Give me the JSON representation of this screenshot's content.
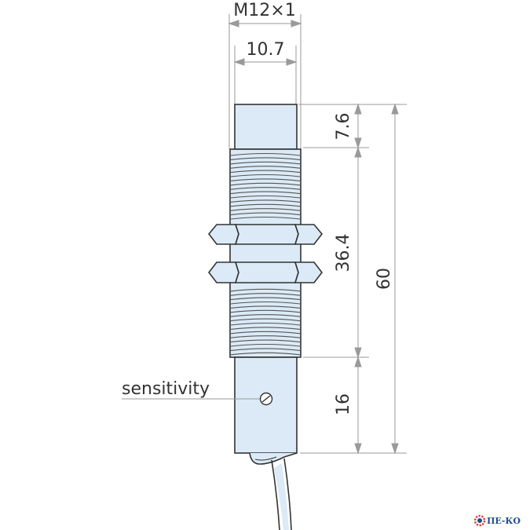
{
  "dimensions": {
    "thread": "M12×1",
    "body_diameter": "10.7",
    "cap_length": "7.6",
    "thread_length": "36.4",
    "total_length": "60",
    "lower_length": "16"
  },
  "labels": {
    "sensitivity": "sensitivity"
  },
  "logo": {
    "text": "ПЕ-КО"
  },
  "colors": {
    "body_fill": "#dbeaf6",
    "outline": "#333333",
    "dimension_line": "#9a9a9a",
    "logo_accent": "#d93a3a",
    "logo_text": "#1f4e8c"
  }
}
